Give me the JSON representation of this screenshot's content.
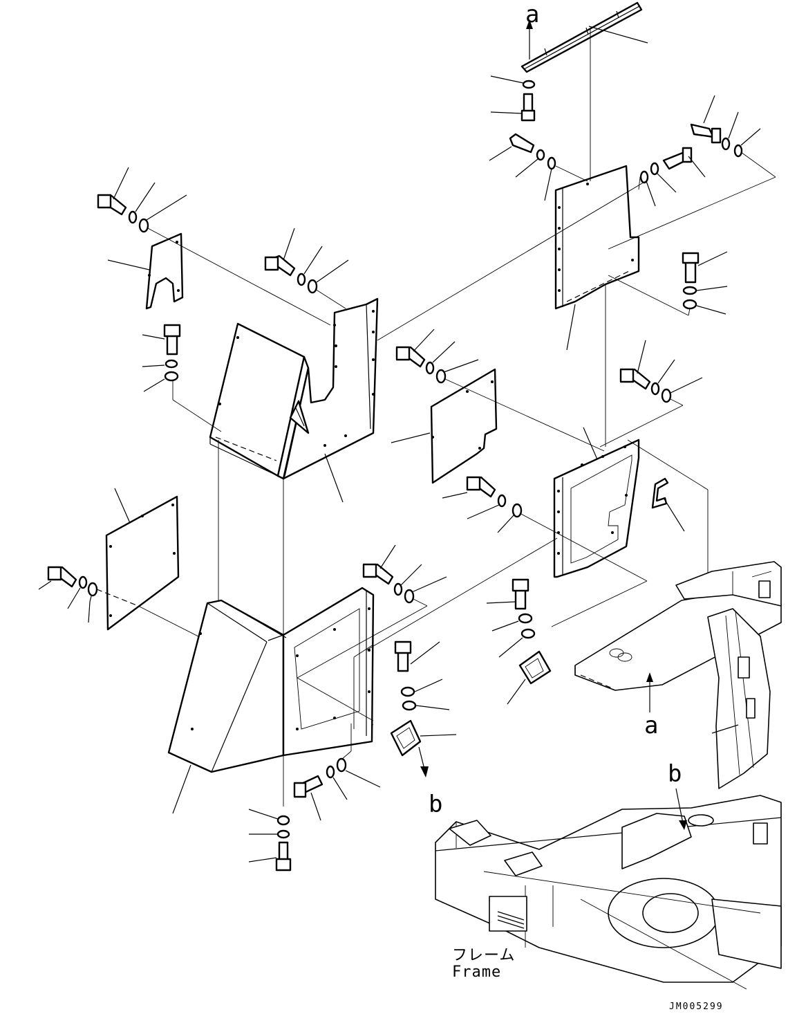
{
  "callouts": {
    "a_top": "a",
    "a_bottom": "a",
    "b_left": "b",
    "b_right": "b"
  },
  "frame_label": {
    "japanese": "フレーム",
    "english": "Frame"
  },
  "drawing_code": "JM005299"
}
